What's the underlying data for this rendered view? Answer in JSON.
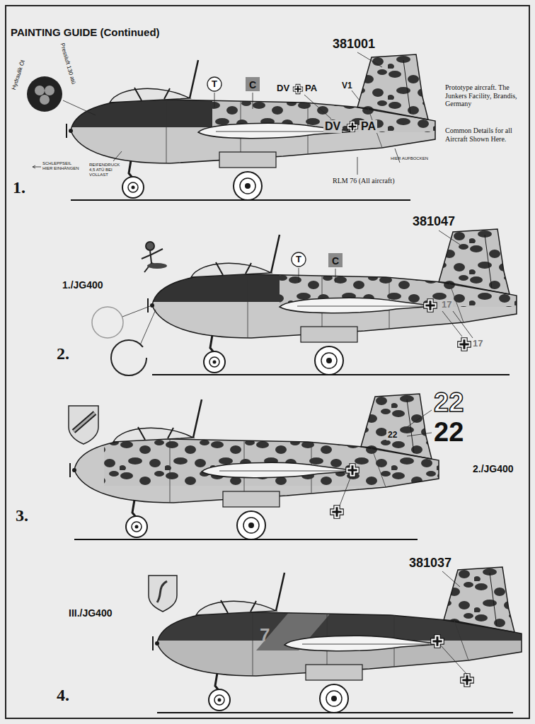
{
  "diagram": {
    "title": "PAINTING GUIDE (Continued)",
    "labels": [
      "Hydraulik Öl",
      "Pressluft 130 atü",
      "T",
      "C",
      "DV",
      "PA",
      "381001",
      "V1",
      "DV",
      "PA",
      "SCHLEPPSEIL HIER EINHÄNGEN",
      "REIFENDRUCK 4,5 ATÜ BEI VOLLAST",
      "HIER AUFBOCKEN",
      "RLM 76 (All aircraft)",
      "Prototype aircraft. The Junkers Facility, Brandis, Germany",
      "Common Details for all Aircraft Shown Here.",
      "1.",
      "381047",
      "1./JG400",
      "T",
      "C",
      "17",
      "17",
      "2.",
      "22",
      "22",
      "22",
      "2./JG400",
      "3.",
      "381037",
      "III./JG400",
      "7",
      "4."
    ]
  }
}
